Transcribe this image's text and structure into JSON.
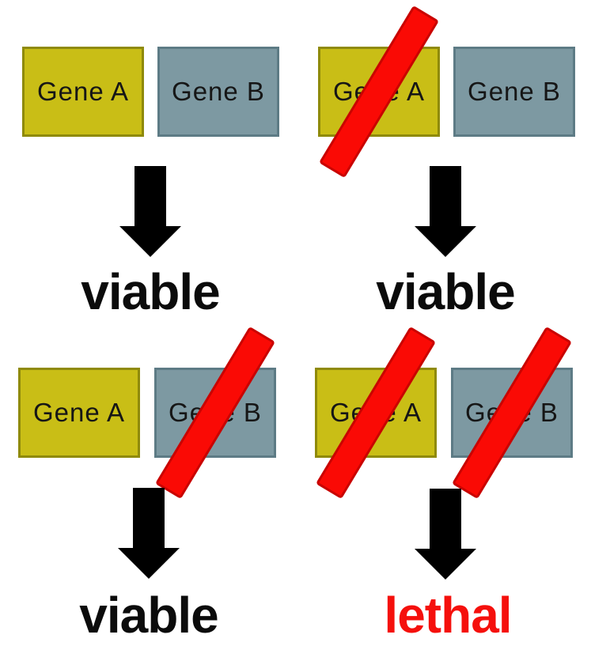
{
  "diagram": {
    "gene_a_label": "Gene A",
    "gene_b_label": "Gene B",
    "colors": {
      "background": "#ffffff",
      "gene_a_fill": "#c9be16",
      "gene_a_border": "#8f8a0b",
      "gene_b_fill": "#7d99a2",
      "gene_b_border": "#5d7b85",
      "slash_fill": "#fa0a05",
      "slash_edge": "#c90300",
      "arrow": "#000000",
      "viable_text": "#0b0b0b",
      "lethal_text": "#f5100c"
    },
    "panels": [
      {
        "name": "both-genes-intact",
        "gene_a_crossed": false,
        "gene_b_crossed": false,
        "outcome": "viable"
      },
      {
        "name": "gene-a-knockout",
        "gene_a_crossed": true,
        "gene_b_crossed": false,
        "outcome": "viable"
      },
      {
        "name": "gene-b-knockout",
        "gene_a_crossed": false,
        "gene_b_crossed": true,
        "outcome": "viable"
      },
      {
        "name": "double-knockout",
        "gene_a_crossed": true,
        "gene_b_crossed": true,
        "outcome": "lethal"
      }
    ]
  }
}
